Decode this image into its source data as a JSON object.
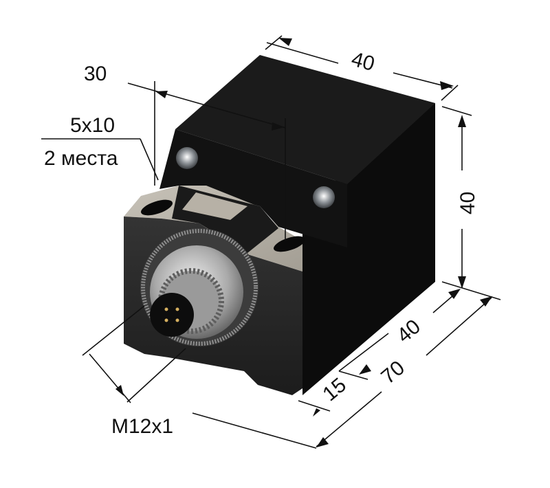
{
  "diagram": {
    "subject": "Rectangular inductive proximity sensor with M12 connector",
    "colors": {
      "body_dark": "#141414",
      "body_front": "#2a2a2a",
      "mount_pad": "#b9b4aa",
      "metal": "#c8c8c8",
      "dimension_line": "#111111",
      "background": "#ffffff"
    },
    "dimensions": {
      "top_width": "40",
      "height": "40",
      "head_depth": "40",
      "total_length": "70",
      "base_offset": "15",
      "hole_spacing": "30",
      "slot_size": "5x10",
      "slot_count": "2 места",
      "connector_thread": "M12x1"
    },
    "connector": {
      "type": "M12 male",
      "pins": 4
    }
  }
}
